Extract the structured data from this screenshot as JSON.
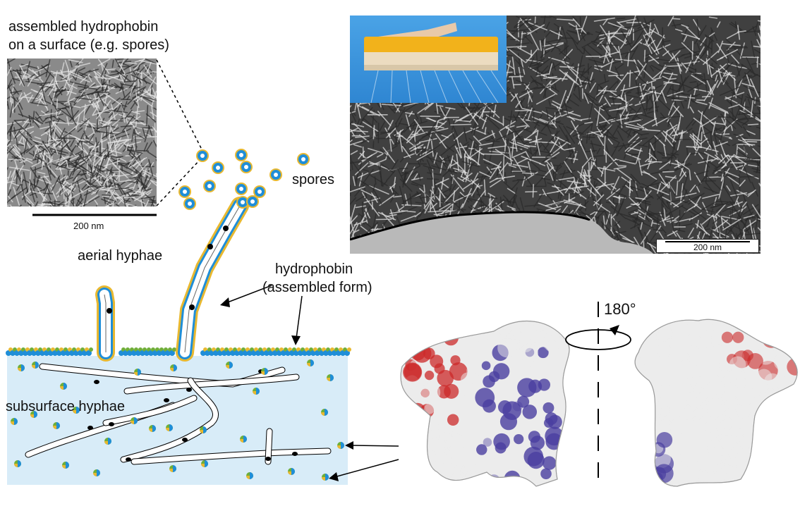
{
  "labels": {
    "surface_title_line1": "assembled hydrophobin",
    "surface_title_line2": "on a surface (e.g. spores)",
    "spores": "spores",
    "aerial_hyphae": "aerial hyphae",
    "hydrophobin_line1": "hydrophobin",
    "hydrophobin_line2": "(assembled form)",
    "subsurface_hyphae": "subsurface hyphae",
    "rotation": "180°"
  },
  "scalebars": {
    "left": "200 nm",
    "right": "200 nm"
  },
  "colors": {
    "medium": "#d8ecf8",
    "hydrophobin_blue": "#1f8ed8",
    "hydrophobin_yellow": "#e8b830",
    "hydrophobin_green": "#6fae3a",
    "surface_red": "#cc2a2a",
    "surface_blue": "#4a3fa0",
    "surface_white": "#ececec"
  }
}
